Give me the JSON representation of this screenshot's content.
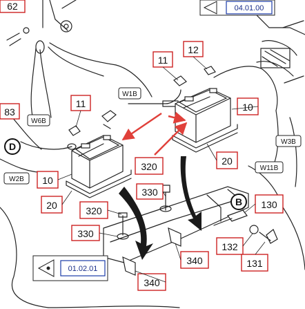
{
  "labels": {
    "c62": "62",
    "r11a": "11",
    "r12": "12",
    "r11b": "11",
    "r83": "83",
    "r10a": "10",
    "r10b": "10",
    "r20a": "20",
    "r20b": "20",
    "r320a": "320",
    "r320b": "320",
    "r330a": "330",
    "r330b": "330",
    "r340a": "340",
    "r340b": "340",
    "r130": "130",
    "r132": "132",
    "r131": "131"
  },
  "wire_tags": {
    "w1b": "W1B",
    "w6b": "W6B",
    "w2b": "W2B",
    "w3b": "W3B",
    "w11b": "W11B"
  },
  "circle_letters": {
    "d": "D",
    "b": "B"
  },
  "refs": {
    "top_ref": "04.01.00",
    "bottom_ref": "01.02.01"
  },
  "colors": {
    "callout_red": "#cc2222",
    "ref_blue": "#1a3ba8",
    "line": "#222222",
    "arrow_red": "#e0403a"
  }
}
